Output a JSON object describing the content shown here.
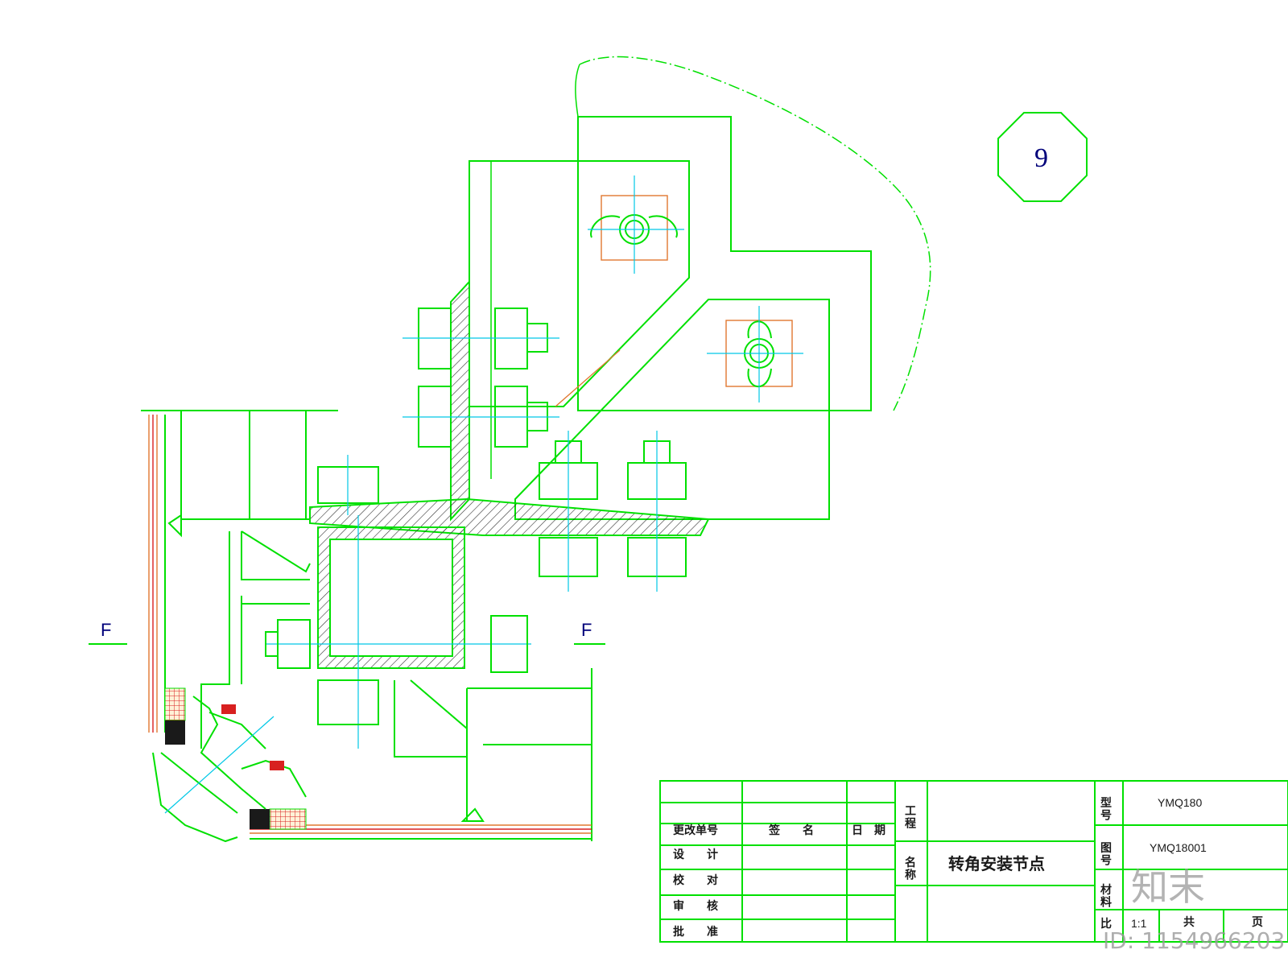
{
  "detail_number": "9",
  "section_markers": {
    "left": "F",
    "right": "F"
  },
  "title_block": {
    "change_no": "更改单号",
    "signature": "签　　名",
    "date": "日　期",
    "design": "设　　计",
    "proofread": "校　　对",
    "review": "审　　核",
    "approve": "批　　准",
    "project_label": "工\n程",
    "name_label": "名\n称",
    "drawing_title": "转角安装节点",
    "code_label": "型\n号",
    "code_value": "YMQ180",
    "drawing_no_label": "图\n号",
    "drawing_no_value": "YMQ18001",
    "material_label": "材\n料",
    "scale_label": "比",
    "scale_value": "1:1",
    "total_label": "共",
    "page_label": "页"
  },
  "watermark": {
    "logo": "知末",
    "id": "ID: 1154966203"
  },
  "colors": {
    "line": "#00e000",
    "center": "#00c8e6",
    "seal": "#d82020",
    "hatch": "#e07830",
    "label": "#00007a"
  }
}
